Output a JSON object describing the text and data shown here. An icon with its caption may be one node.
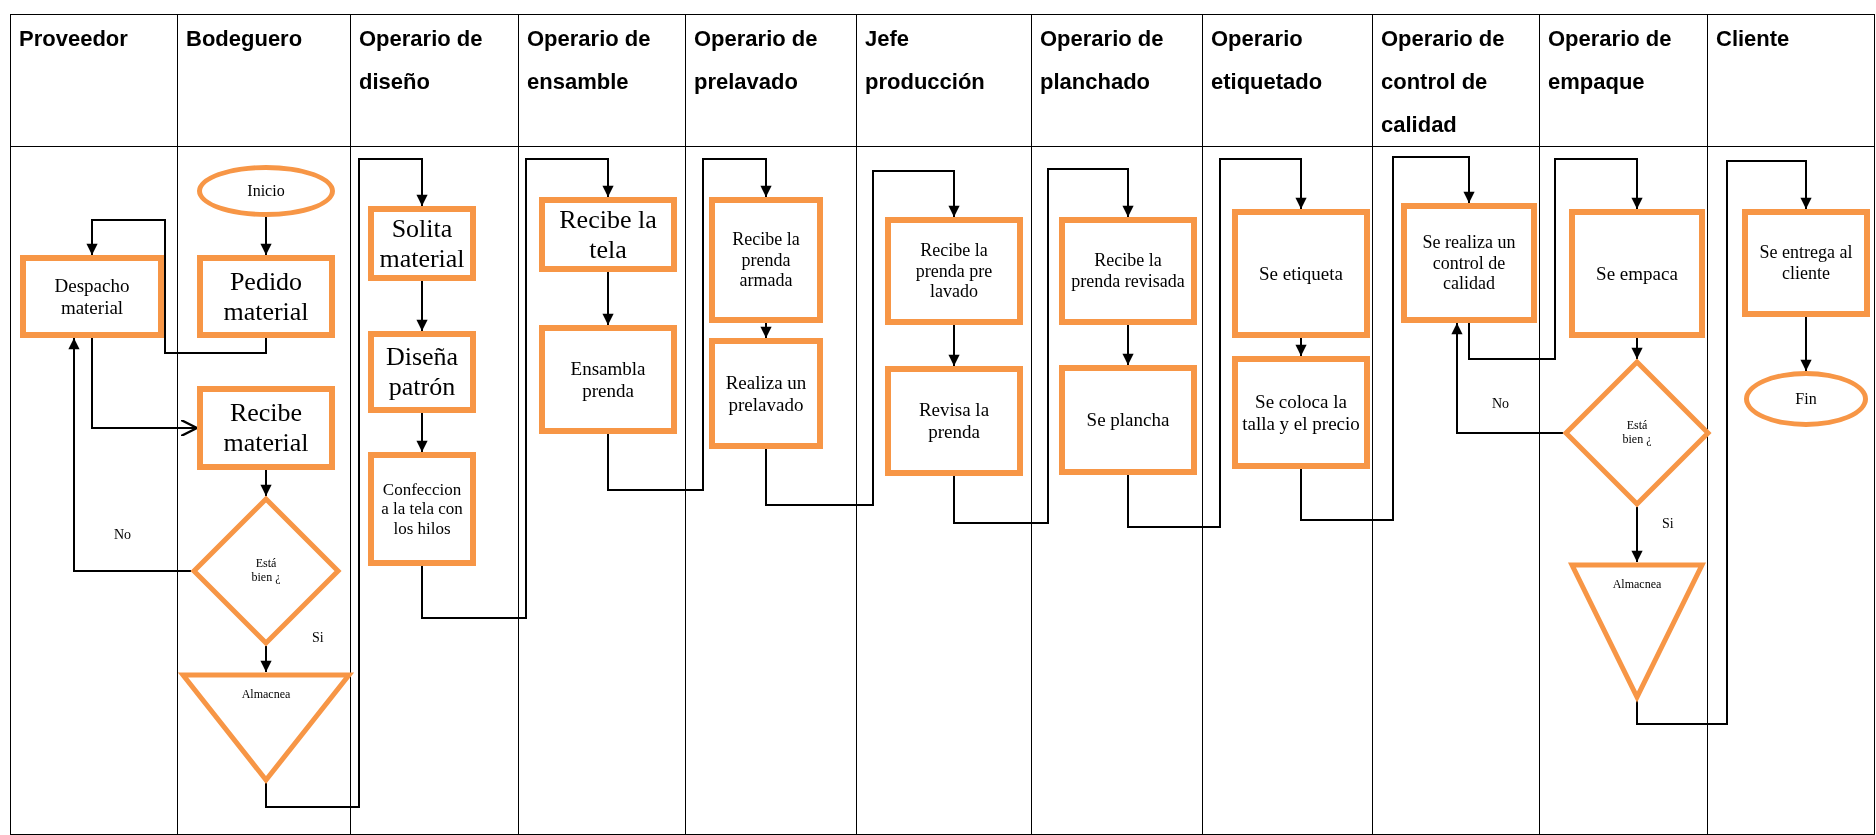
{
  "diagram": {
    "nodes": [
      {
        "text": [
          "Proveedor"
        ]
      },
      {
        "text": [
          "Bodeguero"
        ]
      },
      {
        "text": [
          "Operario de diseño"
        ]
      },
      {
        "text": [
          "Operario de ensamble"
        ]
      },
      {
        "text": [
          "Operario de prelavado"
        ]
      },
      {
        "text": [
          "Jefe producción"
        ]
      },
      {
        "text": [
          "Operario de planchado"
        ]
      },
      {
        "text": [
          "Operario etiquetado"
        ]
      },
      {
        "text": [
          "Operario de control de calidad"
        ]
      },
      {
        "text": [
          "Operario de empaque"
        ]
      },
      {
        "text": [
          "Cliente"
        ]
      },
      {
        "text": [
          "Inicio"
        ],
        "in": 1
      },
      {
        "text": [
          "Despacho material"
        ],
        "in": 0
      },
      {
        "text": [
          "Pedido material"
        ],
        "in": 1
      },
      {
        "text": [
          "Recibe material"
        ],
        "in": 1
      },
      {
        "text": [
          "Está bien ¿"
        ],
        "in": 1
      },
      {
        "text": [
          "Almacnea"
        ],
        "in": 1
      },
      {
        "text": [
          "Solita material"
        ],
        "in": 2
      },
      {
        "text": [
          "Diseña patrón"
        ],
        "in": 2
      },
      {
        "text": [
          "Confeccion a la tela con los hilos"
        ],
        "in": 2
      },
      {
        "text": [
          "Recibe la tela"
        ],
        "in": 3
      },
      {
        "text": [
          "Ensambla prenda"
        ],
        "in": 3
      },
      {
        "text": [
          "Recibe la prenda armada"
        ],
        "in": 4
      },
      {
        "text": [
          "Realiza un prelavado"
        ],
        "in": 4
      },
      {
        "text": [
          "Recibe la prenda pre lavado"
        ],
        "in": 5
      },
      {
        "text": [
          "Revisa la prenda"
        ],
        "in": 5
      },
      {
        "text": [
          "Recibe la prenda revisada"
        ],
        "in": 6
      },
      {
        "text": [
          "Se plancha"
        ],
        "in": 6
      },
      {
        "text": [
          "Se etiqueta"
        ],
        "in": 7
      },
      {
        "text": [
          "Se coloca la talla y el precio"
        ],
        "in": 7
      },
      {
        "text": [
          "Se realiza un control de calidad"
        ],
        "in": 8
      },
      {
        "text": [
          "Se empaca"
        ],
        "in": 9
      },
      {
        "text": [
          "Está bien ¿"
        ],
        "in": 9
      },
      {
        "text": [
          "Almacnea"
        ],
        "in": 9
      },
      {
        "text": [
          "Se entrega al cliente"
        ],
        "in": 10
      },
      {
        "text": [
          "Fin"
        ],
        "in": 10
      }
    ],
    "edges": [
      {
        "from": 11,
        "to": 13,
        "arrow": "to"
      },
      {
        "from": 13,
        "to": 12,
        "arrow": "to"
      },
      {
        "from": 12,
        "to": 14,
        "arrow": "to"
      },
      {
        "from": 14,
        "to": 15,
        "arrow": "to"
      },
      {
        "from": 15,
        "to": 12,
        "arrow": "to",
        "label": "No"
      },
      {
        "from": 15,
        "to": 16,
        "arrow": "to",
        "label": "Si"
      },
      {
        "from": 16,
        "to": 17,
        "arrow": "to"
      },
      {
        "from": 17,
        "to": 18,
        "arrow": "to"
      },
      {
        "from": 18,
        "to": 19,
        "arrow": "to"
      },
      {
        "from": 19,
        "to": 20,
        "arrow": "to"
      },
      {
        "from": 20,
        "to": 21,
        "arrow": "to"
      },
      {
        "from": 21,
        "to": 22,
        "arrow": "to"
      },
      {
        "from": 22,
        "to": 23,
        "arrow": "to"
      },
      {
        "from": 23,
        "to": 24,
        "arrow": "to"
      },
      {
        "from": 24,
        "to": 25,
        "arrow": "to"
      },
      {
        "from": 25,
        "to": 26,
        "arrow": "to"
      },
      {
        "from": 26,
        "to": 27,
        "arrow": "to"
      },
      {
        "from": 27,
        "to": 28,
        "arrow": "to"
      },
      {
        "from": 28,
        "to": 29,
        "arrow": "to"
      },
      {
        "from": 29,
        "to": 30,
        "arrow": "to"
      },
      {
        "from": 30,
        "to": 31,
        "arrow": "to"
      },
      {
        "from": 31,
        "to": 32,
        "arrow": "to"
      },
      {
        "from": 32,
        "to": 30,
        "arrow": "to",
        "label": "No"
      },
      {
        "from": 32,
        "to": 33,
        "arrow": "to",
        "label": "Si"
      },
      {
        "from": 33,
        "to": 34,
        "arrow": "to"
      },
      {
        "from": 34,
        "to": 35,
        "arrow": "to"
      }
    ]
  }
}
